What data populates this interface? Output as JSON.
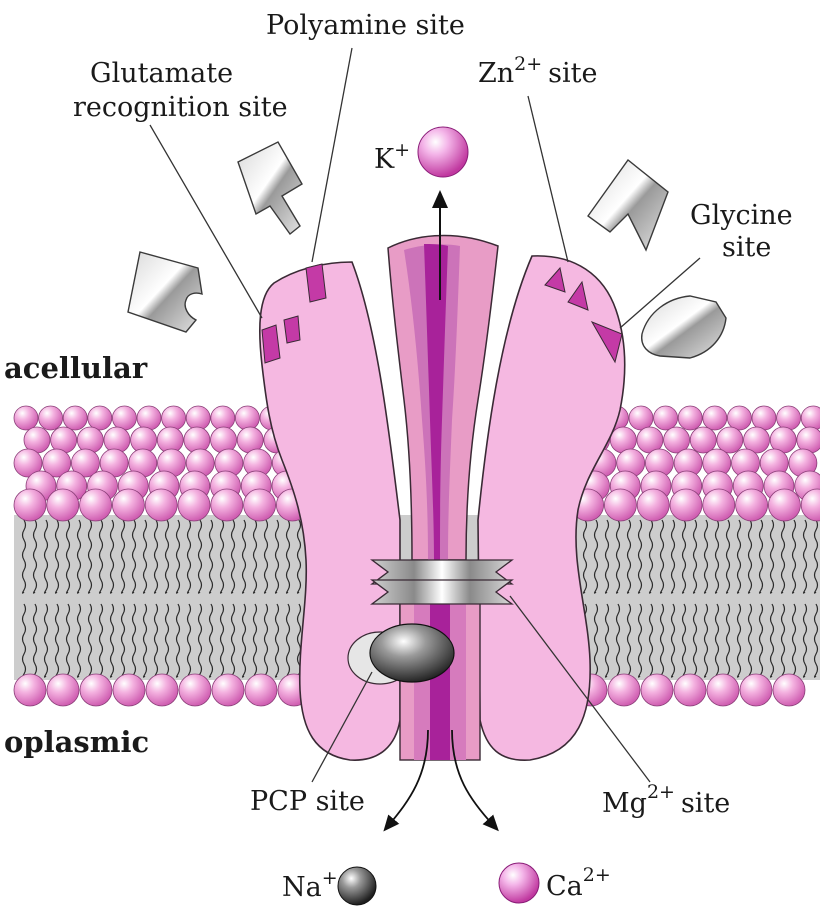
{
  "labels": {
    "polyamine": "Polyamine site",
    "glutamate_line1": "Glutamate",
    "glutamate_line2": "recognition site",
    "zinc_base": "Zn",
    "zinc_sup": "2+",
    "zinc_tail": "site",
    "potassium_base": "K",
    "potassium_sup": "+",
    "glycine_line1": "Glycine",
    "glycine_line2": "site",
    "extracellular": "acellular",
    "cytoplasmic": "oplasmic",
    "pcp": "PCP site",
    "magnesium_base": "Mg",
    "magnesium_sup": "2+",
    "magnesium_tail": "site",
    "sodium_base": "Na",
    "sodium_sup": "+",
    "calcium_base": "Ca",
    "calcium_sup": "2+"
  },
  "colors": {
    "receptor": "#f5b8e1",
    "receptor_outline": "#3a2a35",
    "binding_site": "#c43aa6",
    "channel_core": "#b02fa0",
    "channel_band": "#e08fb0",
    "lipid_head": "#ee9fd8",
    "lipid_tail_band": "#c9c9c9",
    "ion_pink": "#e85ad4",
    "ion_dark": "#555555",
    "ligand_fill": "#dcdcdc"
  }
}
